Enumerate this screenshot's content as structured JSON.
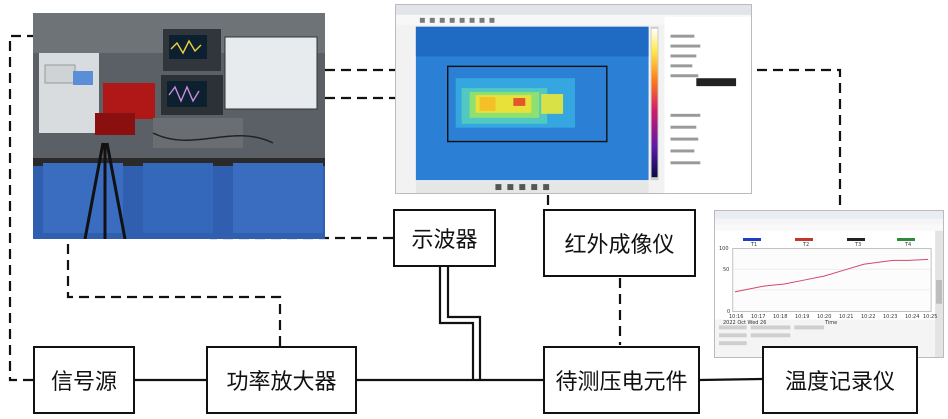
{
  "blocks": {
    "signal_source": "信号源",
    "power_amplifier": "功率放大器",
    "oscilloscope": "示波器",
    "infrared_camera": "红外成像仪",
    "piezo_element": "待测压电元件",
    "temp_recorder": "温度记录仪"
  },
  "recorder_screen": {
    "channels": [
      "T1",
      "T2",
      "T3",
      "T4"
    ],
    "channel_colors": [
      "#1f3fbf",
      "#c0392b",
      "#222222",
      "#2e8b3a"
    ],
    "y_ticks": [
      "100",
      "50",
      "0"
    ],
    "x_ticks": [
      "10:16",
      "10:17",
      "10:18",
      "10:19",
      "10:20",
      "10:21",
      "10:22",
      "10:23",
      "10:24",
      "10:25"
    ],
    "x_label": "Time",
    "date_label": "2022 Oct Wed 26"
  },
  "colors": {
    "line": "#111111",
    "thermal_hot": "#e8e13a",
    "thermal_bg": "#2b7fd4"
  }
}
